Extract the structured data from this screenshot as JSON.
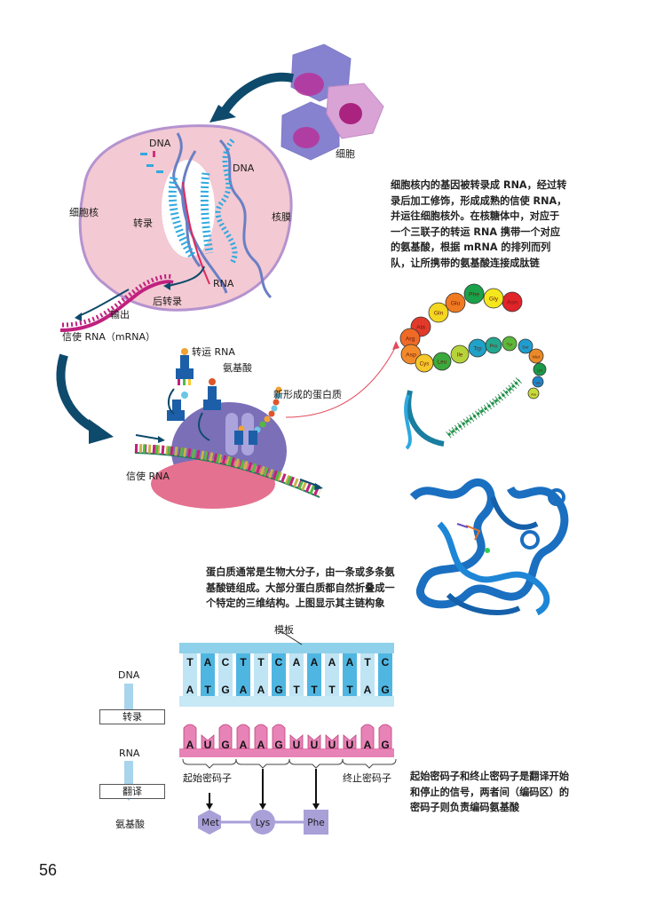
{
  "page_number": "56",
  "top_illustration": {
    "cells_label": "细胞",
    "nucleus_label": "细胞核",
    "nuclear_membrane_label": "核膜",
    "dna_label_top": "DNA",
    "dna_label_right": "DNA",
    "transcription_label": "转录",
    "rna_label": "RNA",
    "post_transcription_label": "后转录",
    "export_label": "输出",
    "mrna_label": "信使 RNA（mRNA）"
  },
  "description_1": "细胞核内的基因被转录成 RNA，经过转录后加工修饰，形成成熟的信使 RNA，并运往细胞核外。在核糖体中，对应于一个三联子的转运 RNA 携带一个对应的氨基酸，根据 mRNA 的排列而列队，让所携带的氨基酸连接成肽链",
  "ribosome_illustration": {
    "trna_label": "转运 RNA",
    "amino_acid_label": "氨基酸",
    "new_protein_label": "新形成的蛋白质",
    "mrna_label": "信使 RNA"
  },
  "amino_acid_chain": {
    "beads": [
      {
        "name": "Asn",
        "color": "#e0242a"
      },
      {
        "name": "Gly",
        "color": "#f5e71e"
      },
      {
        "name": "Phe",
        "color": "#1aa24a"
      },
      {
        "name": "Glu",
        "color": "#f07a22"
      },
      {
        "name": "Gln",
        "color": "#f3d720"
      },
      {
        "name": "Ala",
        "color": "#e23a2a"
      },
      {
        "name": "Arg",
        "color": "#ef6a26"
      },
      {
        "name": "Asp",
        "color": "#f28a2a"
      },
      {
        "name": "Cys",
        "color": "#f6c82a"
      },
      {
        "name": "Leu",
        "color": "#3aaa3c"
      },
      {
        "name": "Ile",
        "color": "#b6d43a"
      },
      {
        "name": "Trp",
        "color": "#1fa2c8"
      },
      {
        "name": "Pro",
        "color": "#23a890"
      },
      {
        "name": "Tyr",
        "color": "#5cb83a"
      },
      {
        "name": "Ser",
        "color": "#1e9ed0"
      },
      {
        "name": "Met",
        "color": "#e88a2a"
      },
      {
        "name": "Lys",
        "color": "#1a9a4a"
      },
      {
        "name": "Val",
        "color": "#1e86c8"
      },
      {
        "name": "Ala",
        "color": "#c6dc3a"
      }
    ]
  },
  "description_2": "蛋白质通常是生物大分子，由一条或多条氨基酸链组成。大部分蛋白质都自然折叠成一个特定的三维结构。上图显示其主链构象",
  "codon_diagram": {
    "template_label": "模板",
    "template_strand": [
      "T",
      "A",
      "C",
      "T",
      "T",
      "C",
      "A",
      "A",
      "A",
      "A",
      "T",
      "C"
    ],
    "coding_strand": [
      "A",
      "T",
      "G",
      "A",
      "A",
      "G",
      "T",
      "T",
      "T",
      "T",
      "A",
      "G"
    ],
    "mrna_strand": [
      "A",
      "U",
      "G",
      "A",
      "A",
      "G",
      "U",
      "U",
      "U",
      "U",
      "A",
      "G"
    ],
    "start_codon_label": "起始密码子",
    "stop_codon_label": "终止密码子",
    "amino_acids": [
      "Met",
      "Lys",
      "Phe"
    ]
  },
  "flow_chart": {
    "dna": "DNA",
    "step1": "转录",
    "rna": "RNA",
    "step2": "翻译",
    "amino": "氨基酸"
  },
  "description_3": "起始密码子和终止密码子是翻译开始和停止的信号，两者间（编码区）的密码子则负责编码氨基酸",
  "colors": {
    "nucleus_fill": "#f3c9d3",
    "nucleus_border": "#b592cf",
    "dna_blue": "#2ea9df",
    "dna_backbone": "#6a7fc4",
    "mrna_magenta": "#c0207e",
    "dark_arrow": "#0e4a6b",
    "ribosome_purple": "#7b6fb8",
    "ribosome_pink": "#e4718f",
    "protein_blue": "#1a6fc0",
    "codon_pink": "#e783b6",
    "strand_blue": "#8fd0ea",
    "amino_lilac": "#a9a0d8"
  }
}
